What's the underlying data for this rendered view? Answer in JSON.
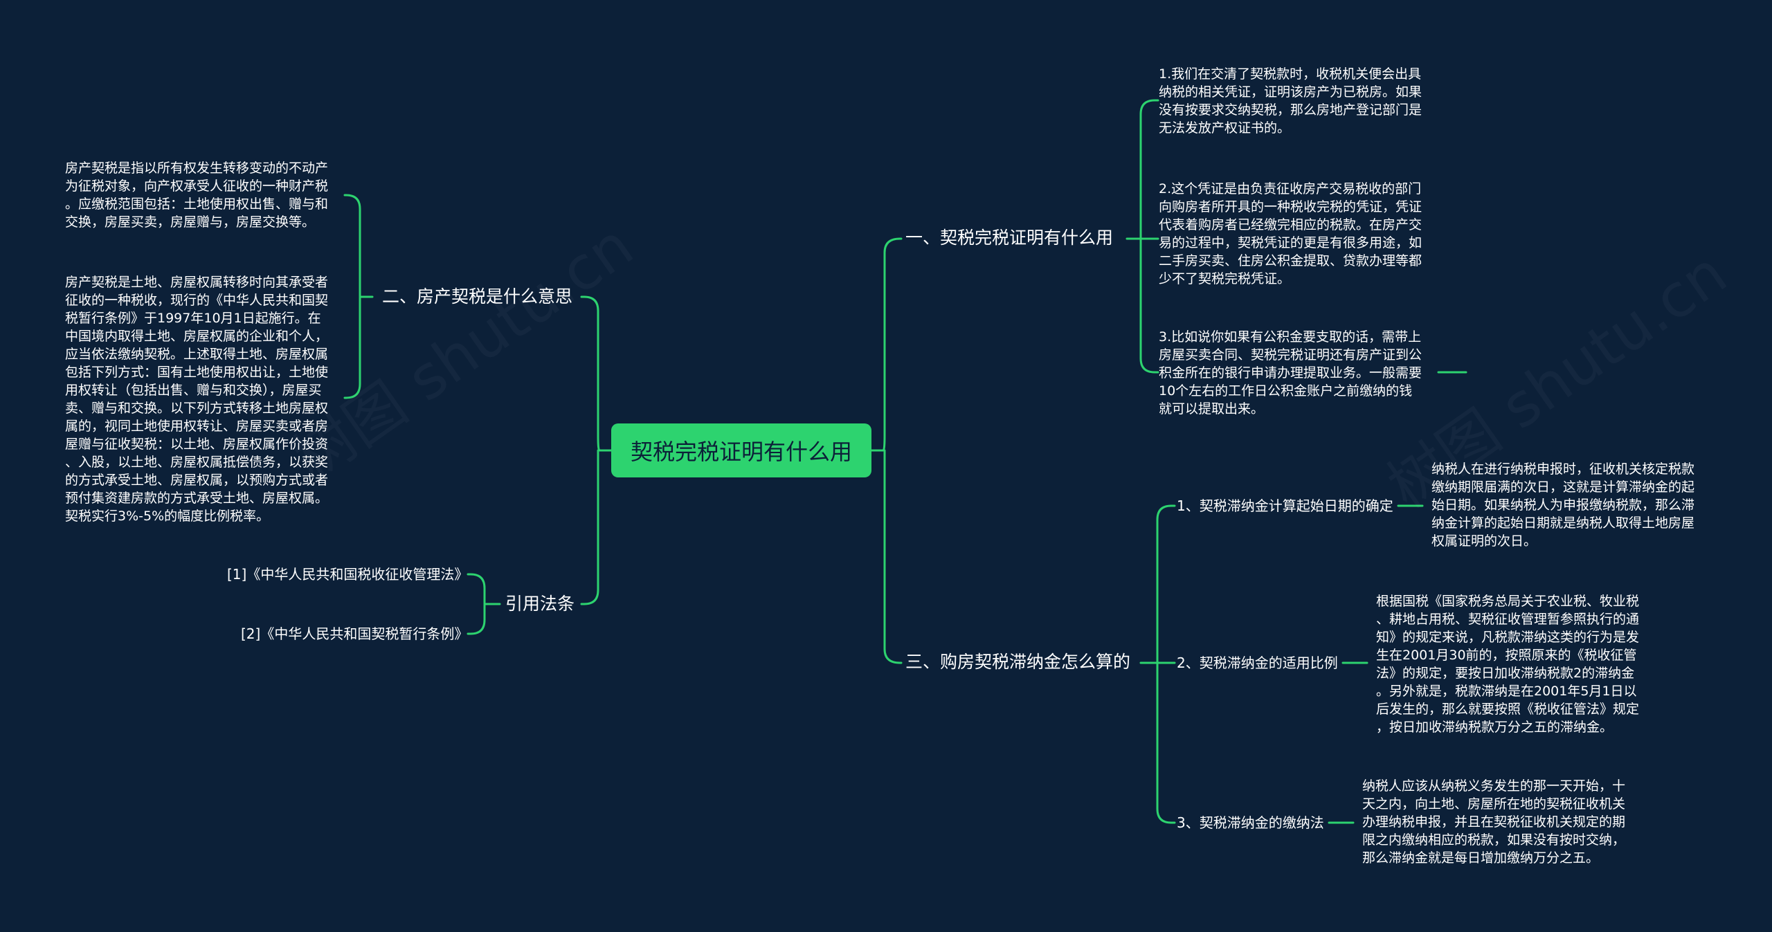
{
  "watermark": "树图 shutu.cn",
  "root": "契税完税证明有什么用",
  "colors": {
    "background": "#0c2038",
    "accent": "#2dd36f",
    "text": "#ffffff"
  },
  "left": {
    "b2": {
      "label": "二、房产契税是什么意思",
      "leaves": [
        "房产契税是指以所有权发生转移变动的不动产\n为征税对象，向产权承受人征收的一种财产税\n。应缴税范围包括：土地使用权出售、赠与和\n交换，房屋买卖，房屋赠与，房屋交换等。",
        "房产契税是土地、房屋权属转移时向其承受者\n征收的一种税收，现行的《中华人民共和国契\n税暂行条例》于1997年10月1日起施行。在\n中国境内取得土地、房屋权属的企业和个人，\n应当依法缴纳契税。上述取得土地、房屋权属\n包括下列方式：国有土地使用权出让，土地使\n用权转让（包括出售、赠与和交换），房屋买\n卖、赠与和交换。以下列方式转移土地房屋权\n属的，视同土地使用权转让、房屋买卖或者房\n屋赠与征收契税：以土地、房屋权属作价投资\n、入股，以土地、房屋权属抵偿债务，以获奖\n的方式承受土地、房屋权属，以预购方式或者\n预付集资建房款的方式承受土地、房屋权属。\n契税实行3%-5%的幅度比例税率。"
      ]
    },
    "ref": {
      "label": "引用法条",
      "items": [
        "[1]《中华人民共和国税收征收管理法》",
        "[2]《中华人民共和国契税暂行条例》"
      ]
    }
  },
  "right": {
    "b1": {
      "label": "一、契税完税证明有什么用",
      "leaves": [
        "1.我们在交清了契税款时，收税机关便会出具\n纳税的相关凭证，证明该房产为已税房。如果\n没有按要求交纳契税，那么房地产登记部门是\n无法发放产权证书的。",
        "2.这个凭证是由负责征收房产交易税收的部门\n向购房者所开具的一种税收完税的凭证，凭证\n代表着购房者已经缴完相应的税款。在房产交\n易的过程中，契税凭证的更是有很多用途，如\n二手房买卖、住房公积金提取、贷款办理等都\n少不了契税完税凭证。",
        "3.比如说你如果有公积金要支取的话，需带上\n房屋买卖合同、契税完税证明还有房产证到公\n积金所在的银行申请办理提取业务。一般需要\n10个左右的工作日公积金账户之前缴纳的钱\n就可以提取出来。"
      ]
    },
    "b3": {
      "label": "三、购房契税滞纳金怎么算的",
      "subs": [
        {
          "label": "1、契税滞纳金计算起始日期的确定",
          "text": "纳税人在进行纳税申报时，征收机关核定税款\n缴纳期限届满的次日，这就是计算滞纳金的起\n始日期。如果纳税人为申报缴纳税款，那么滞\n纳金计算的起始日期就是纳税人取得土地房屋\n权属证明的次日。"
        },
        {
          "label": "2、契税滞纳金的适用比例",
          "text": "根据国税《国家税务总局关于农业税、牧业税\n、耕地占用税、契税征收管理暂参照执行的通\n知》的规定来说，凡税款滞纳这类的行为是发\n生在2001月30前的，按照原来的《税收征管\n法》的规定，要按日加收滞纳税款2的滞纳金\n。另外就是，税款滞纳是在2001年5月1日以\n后发生的，那么就要按照《税收征管法》规定\n，按日加收滞纳税款万分之五的滞纳金。"
        },
        {
          "label": "3、契税滞纳金的缴纳法",
          "text": "纳税人应该从纳税义务发生的那一天开始，十\n天之内，向土地、房屋所在地的契税征收机关\n办理纳税申报，并且在契税征收机关规定的期\n限之内缴纳相应的税款，如果没有按时交纳，\n那么滞纳金就是每日增加缴纳万分之五。"
        }
      ]
    }
  }
}
